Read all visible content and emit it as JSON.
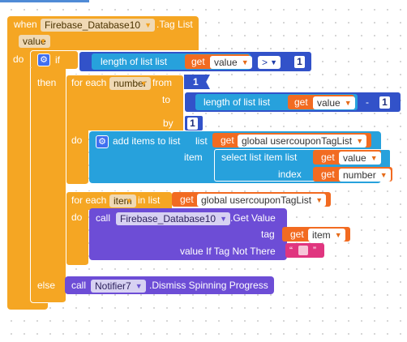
{
  "event": {
    "when_label": "when",
    "component": "Firebase_Database10",
    "event_name": ".Tag List",
    "param": "value",
    "do_label": "do"
  },
  "if_block": {
    "if_label": "if",
    "then_label": "then",
    "else_label": "else",
    "condition": {
      "length_label": "length of list  list",
      "get_label": "get",
      "var": "value",
      "operator": ">",
      "number": "1"
    }
  },
  "for_number": {
    "label": "for each",
    "var": "number",
    "from_label": "from",
    "from_value": "1",
    "to_label": "to",
    "to_length_label": "length of list  list",
    "to_get_label": "get",
    "to_var": "value",
    "minus": "-",
    "to_minus_value": "1",
    "by_label": "by",
    "by_value": "1",
    "do_label": "do"
  },
  "add_items": {
    "label": "add items to list",
    "list_label": "list",
    "get_label": "get",
    "list_var": "global usercouponTagList",
    "item_label": "item",
    "select_label": "select list item  list",
    "select_get": "get",
    "select_var": "value",
    "index_label": "index",
    "index_get": "get",
    "index_var": "number"
  },
  "for_item": {
    "label": "for each",
    "var": "item",
    "in_list_label": "in list",
    "get_label": "get",
    "list_var": "global usercouponTagList",
    "do_label": "do"
  },
  "get_value_call": {
    "call_label": "call",
    "component": "Firebase_Database10",
    "method": ".Get Value",
    "tag_label": "tag",
    "tag_get": "get",
    "tag_var": "item",
    "default_label": "value If Tag Not There",
    "quote_open": "“",
    "quote_close": "”"
  },
  "dismiss_call": {
    "call_label": "call",
    "component": "Notifier7",
    "method": ".Dismiss Spinning Progress"
  },
  "colors": {
    "control": "#f5a623",
    "list": "#27a1dc",
    "variable": "#f26b21",
    "component": "#6d4dd6",
    "text": "#e0357f",
    "math": "#3252c9",
    "param_pill": "#f0d9b4"
  }
}
